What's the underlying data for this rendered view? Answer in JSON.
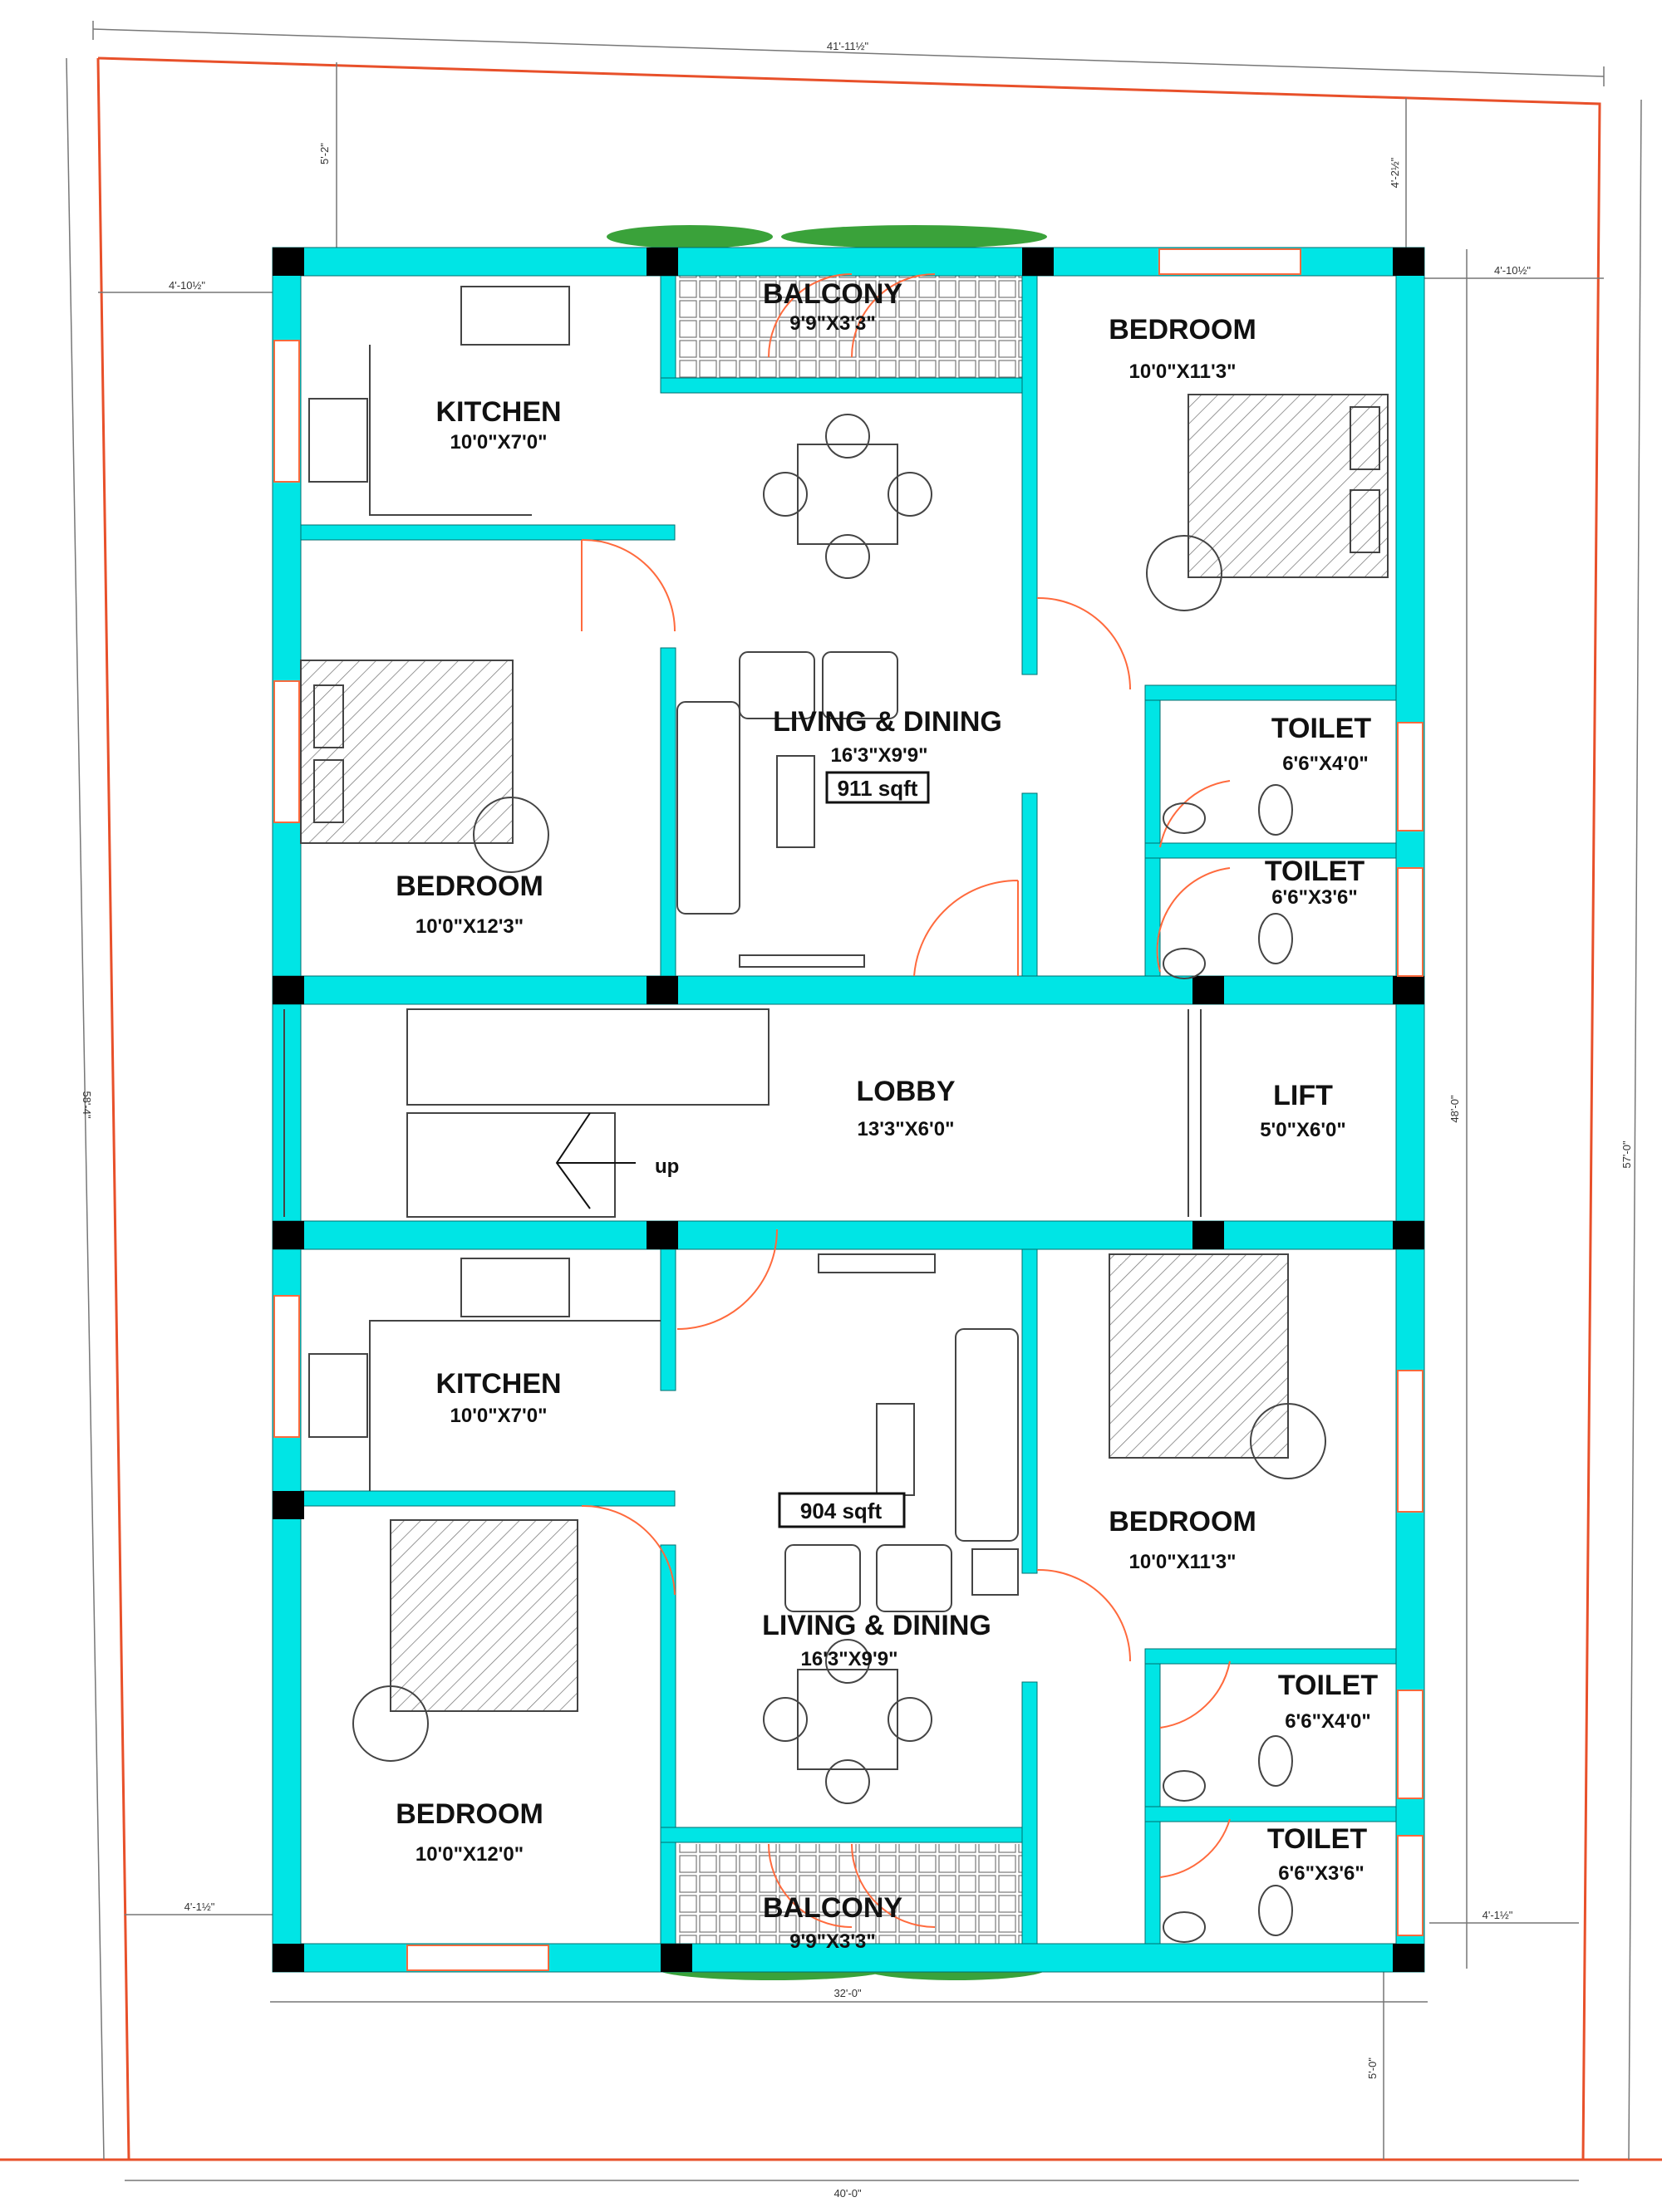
{
  "colors": {
    "wall": "#00e5e5",
    "column": "#000000",
    "plot_boundary": "#e8502a",
    "door_arc": "#ff6a3d",
    "furniture": "#444444",
    "plant": "#2e8b2e"
  },
  "dimensions": {
    "top_plot": "41'-11½\"",
    "front_setback": "5'-2\"",
    "right_top_setback": "4'-2½\"",
    "left_setback_top": "4'-10½\"",
    "right_setback_top": "4'-10½\"",
    "left_plot": "58'-4\"",
    "right_building": "48'-0\"",
    "right_plot": "57'-0\"",
    "left_setback_bottom": "4'-1½\"",
    "right_setback_bottom": "4'-1½\"",
    "building_width": "32'-0\"",
    "rear_setback": "5'-0\"",
    "bottom_plot": "40'-0\""
  },
  "upper_unit": {
    "balcony": {
      "name": "BALCONY",
      "size": "9'9\"X3'3\""
    },
    "kitchen": {
      "name": "KITCHEN",
      "size": "10'0\"X7'0\""
    },
    "bedroom_right": {
      "name": "BEDROOM",
      "size": "10'0\"X11'3\""
    },
    "living": {
      "name": "LIVING & DINING",
      "size": "16'3\"X9'9\""
    },
    "area": "911 sqft",
    "toilet_1": {
      "name": "TOILET",
      "size": "6'6\"X4'0\""
    },
    "toilet_2": {
      "name": "TOILET",
      "size": "6'6\"X3'6\""
    },
    "bedroom_left": {
      "name": "BEDROOM",
      "size": "10'0\"X12'3\""
    }
  },
  "core": {
    "lobby": {
      "name": "LOBBY",
      "size": "13'3\"X6'0\""
    },
    "lift": {
      "name": "LIFT",
      "size": "5'0\"X6'0\""
    },
    "stair_label": "up"
  },
  "lower_unit": {
    "kitchen": {
      "name": "KITCHEN",
      "size": "10'0\"X7'0\""
    },
    "area": "904 sqft",
    "bedroom_right": {
      "name": "BEDROOM",
      "size": "10'0\"X11'3\""
    },
    "living": {
      "name": "LIVING & DINING",
      "size": "16'3\"X9'9\""
    },
    "toilet_1": {
      "name": "TOILET",
      "size": "6'6\"X4'0\""
    },
    "bedroom_left": {
      "name": "BEDROOM",
      "size": "10'0\"X12'0\""
    },
    "toilet_2": {
      "name": "TOILET",
      "size": "6'6\"X3'6\""
    },
    "balcony": {
      "name": "BALCONY",
      "size": "9'9\"X3'3\""
    }
  }
}
